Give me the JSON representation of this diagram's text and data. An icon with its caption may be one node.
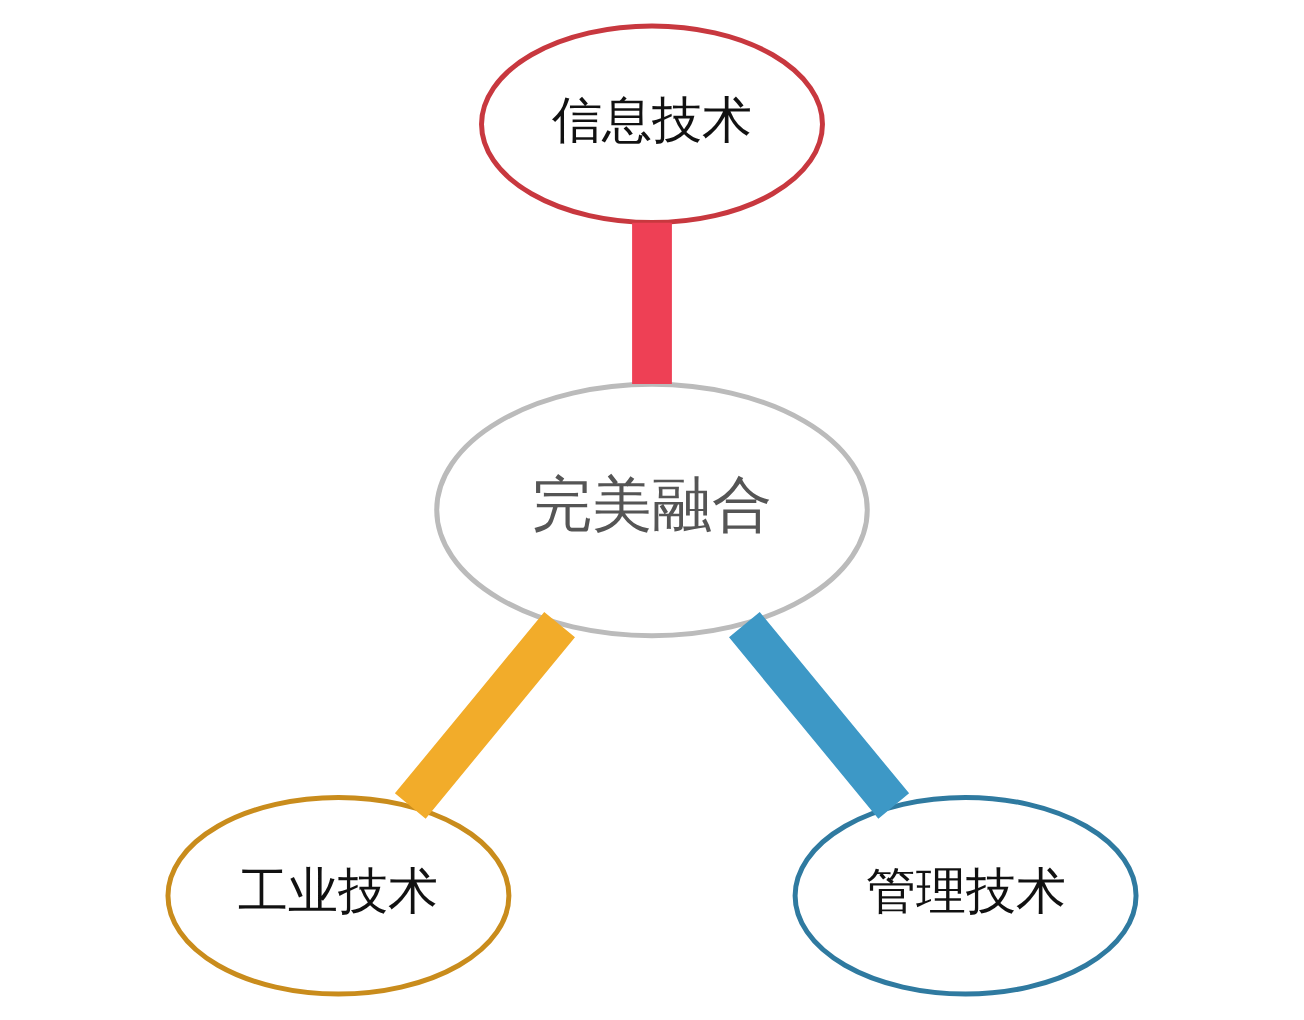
{
  "diagram": {
    "nodes": [
      {
        "text": [
          "信息技术"
        ]
      },
      {
        "text": [
          "完美融合"
        ]
      },
      {
        "text": [
          "工业技术"
        ]
      },
      {
        "text": [
          "管理技术"
        ]
      }
    ],
    "edges": [
      {
        "from": 0,
        "to": 1,
        "arrow": "none",
        "color": "#ee4055"
      },
      {
        "from": 1,
        "to": 2,
        "arrow": "none",
        "color": "#f2ac2a"
      },
      {
        "from": 1,
        "to": 3,
        "arrow": "none",
        "color": "#3d98c6"
      }
    ]
  }
}
